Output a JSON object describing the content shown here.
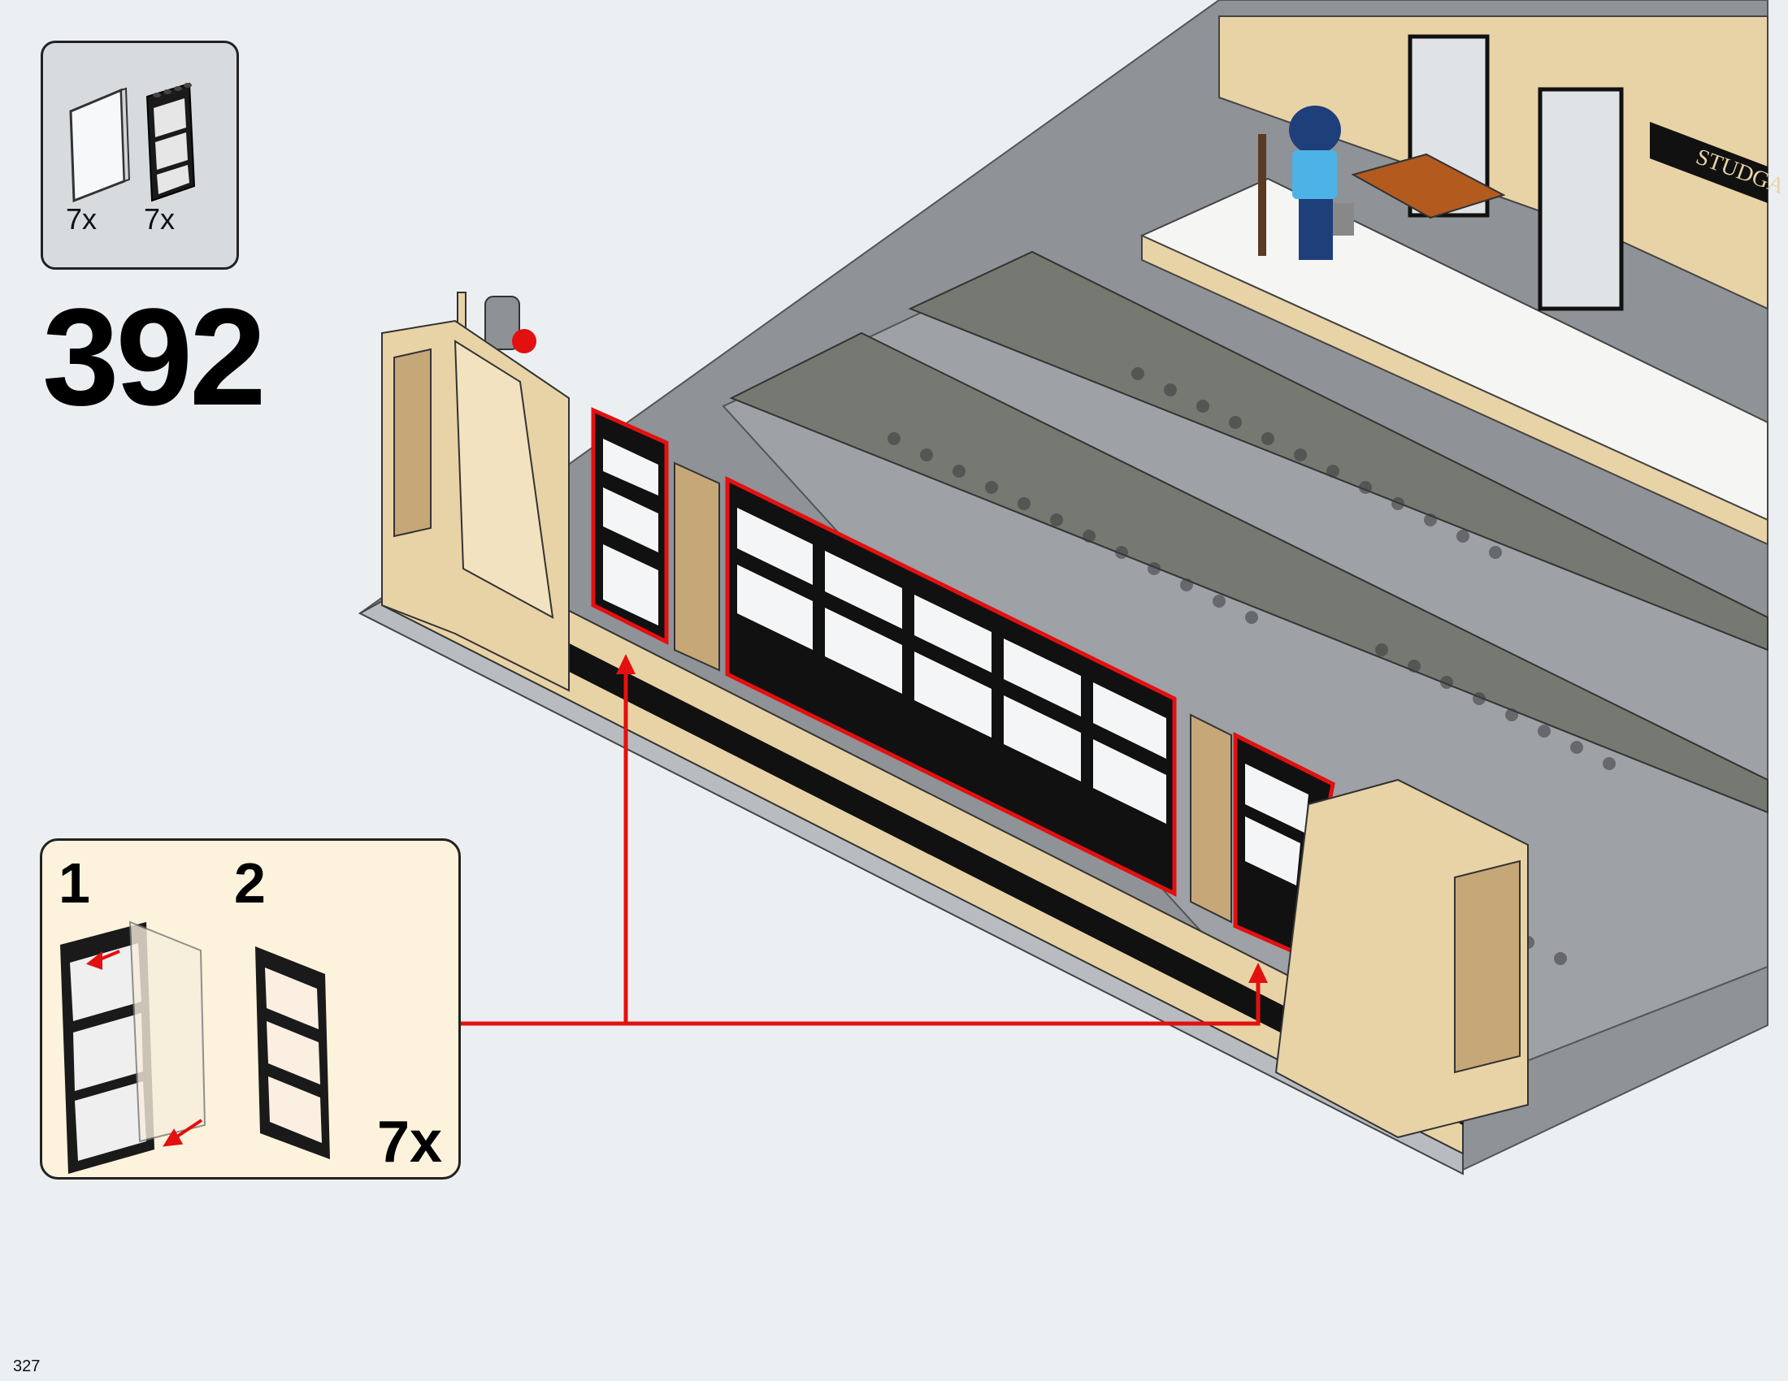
{
  "parts_list": {
    "items": [
      {
        "icon": "transparent-window-glass-icon",
        "count": "7x"
      },
      {
        "icon": "black-window-frame-icon",
        "count": "7x"
      }
    ]
  },
  "step": {
    "number": "392"
  },
  "callout": {
    "substeps": [
      "1",
      "2"
    ],
    "multiplier": "7x"
  },
  "station_sign": {
    "text": "STUDGA"
  },
  "page": {
    "number": "327"
  },
  "colors": {
    "background": "#eceff2",
    "callout_background": "#fdf3dc",
    "parts_background": "#d8dbde",
    "highlight_red": "#e31010",
    "tan": "#e8d3a6",
    "dark_gray": "#6b6b66",
    "black": "#111111"
  }
}
